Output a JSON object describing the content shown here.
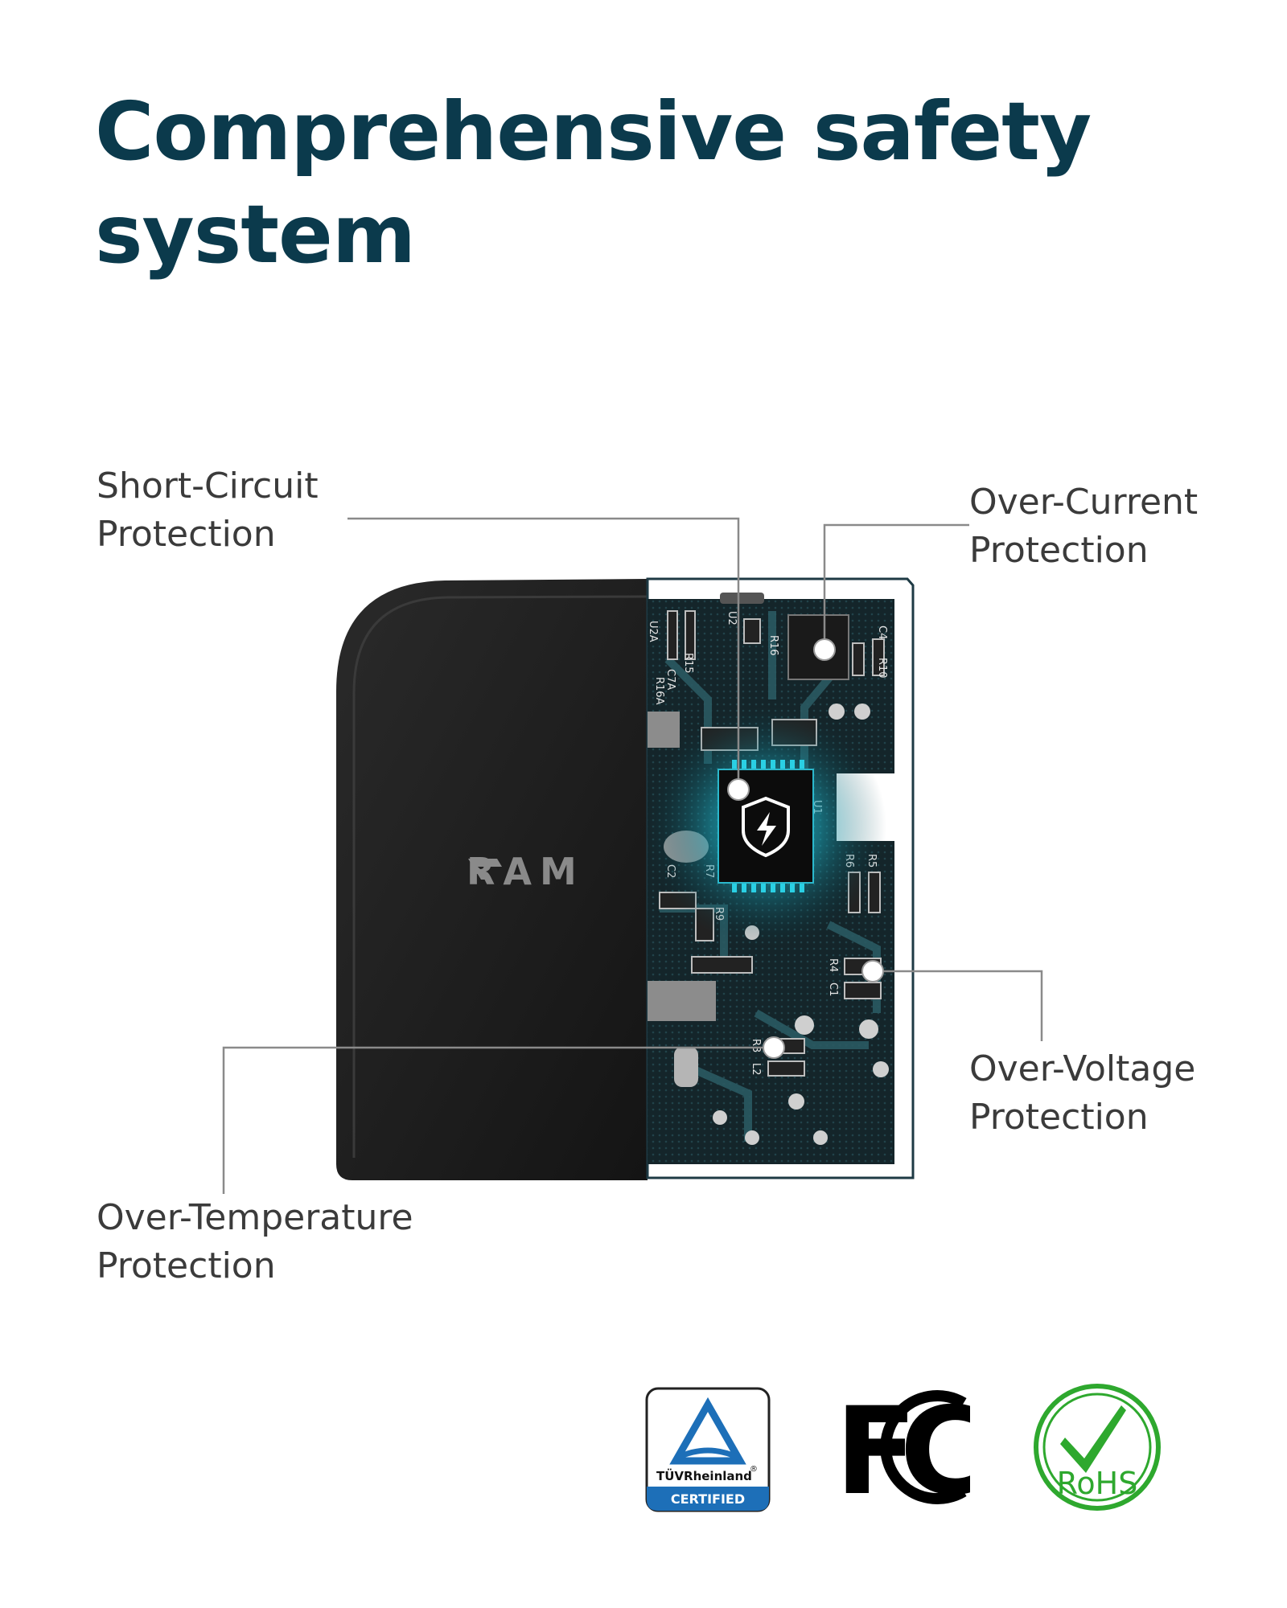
{
  "title": "Comprehensive safety system",
  "labels": {
    "short_circuit": "Short-Circuit\nProtection",
    "over_current": "Over-Current\nProtection",
    "over_voltage": "Over-Voltage\nProtection",
    "over_temperature": "Over-Temperature\nProtection"
  },
  "device": {
    "brand": "RAM"
  },
  "pcb_silkscreen": [
    "U2A",
    "U2",
    "R15",
    "R16",
    "C7A",
    "R16A",
    "C4",
    "R10",
    "U1",
    "R5",
    "R6",
    "R7",
    "C2",
    "R9",
    "R4",
    "C1",
    "R3",
    "L2"
  ],
  "certifications": {
    "tuv": {
      "name": "TÜVRheinland",
      "mark": "®",
      "badge": "CERTIFIED"
    },
    "fcc": {
      "name": "FC"
    },
    "rohs": {
      "name": "RoHS"
    }
  },
  "colors": {
    "title": "#0b3a4c",
    "label_text": "#3b3b3b",
    "leader_line": "#8a8a8a",
    "device_body": "#1a1a1a",
    "pcb": "#16262b",
    "pcb_trace": "#1f4a52",
    "glow": "#27d3e8",
    "tuv_blue": "#1d6fb8",
    "rohs_green": "#2ea82e"
  }
}
